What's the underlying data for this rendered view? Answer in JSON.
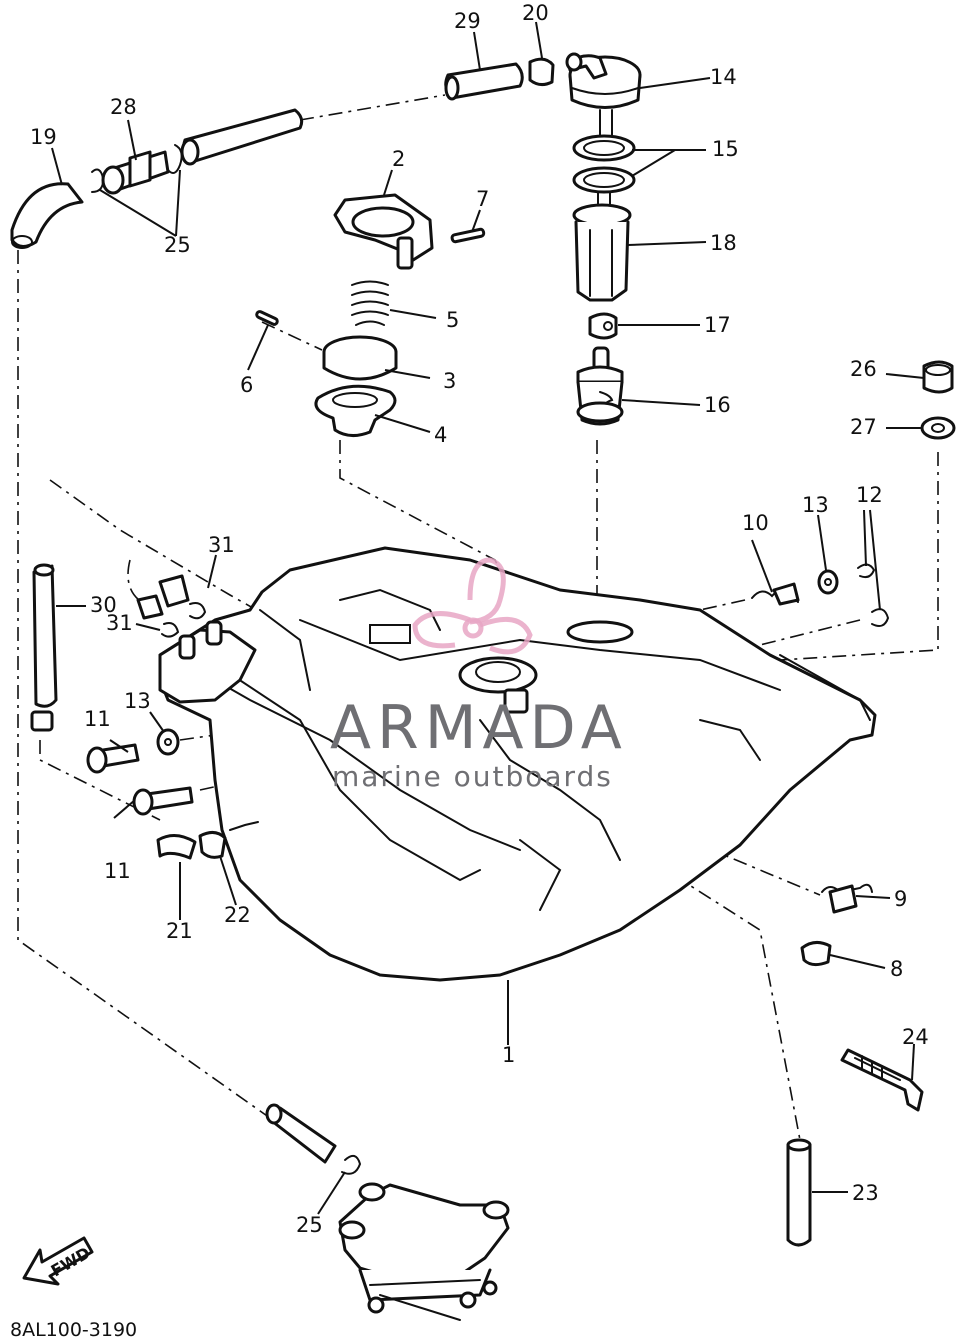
{
  "diagram_code": "8AL100-3190",
  "watermark": {
    "brand": "ARMADA",
    "tagline": "marine outboards",
    "logo_color": "#e8a6c4"
  },
  "direction_arrow": {
    "label": "FWD"
  },
  "callouts": {
    "p1": "1",
    "p2": "2",
    "p3": "3",
    "p4": "4",
    "p5": "5",
    "p6": "6",
    "p7": "7",
    "p8": "8",
    "p9": "9",
    "p10": "10",
    "p11a": "11",
    "p11b": "11",
    "p12": "12",
    "p13a": "13",
    "p13b": "13",
    "p14": "14",
    "p15": "15",
    "p16": "16",
    "p17": "17",
    "p18": "18",
    "p19": "19",
    "p20": "20",
    "p21": "21",
    "p22": "22",
    "p23": "23",
    "p24": "24",
    "p25a": "25",
    "p25b": "25",
    "p26": "26",
    "p27": "27",
    "p28": "28",
    "p29": "29",
    "p30": "30",
    "p31a": "31",
    "p31b": "31"
  }
}
